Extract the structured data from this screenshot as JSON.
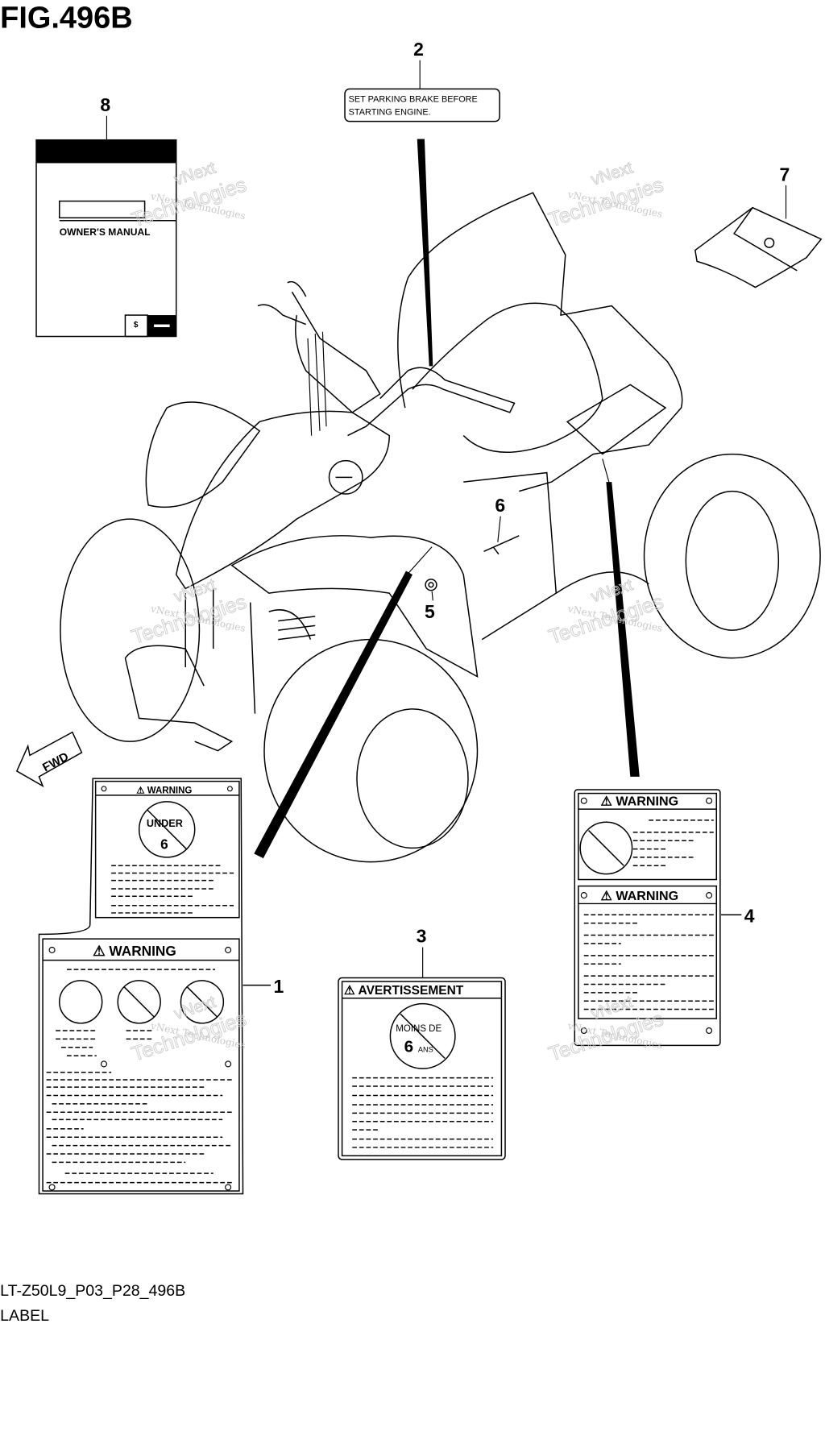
{
  "title": "FIG.496B",
  "callouts": {
    "c1": "1",
    "c2": "2",
    "c3": "3",
    "c4": "4",
    "c5": "5",
    "c6": "6",
    "c7": "7",
    "c8": "8"
  },
  "label2": {
    "line1": "SET PARKING BRAKE BEFORE",
    "line2": "STARTING ENGINE."
  },
  "manual": {
    "title": "OWNER'S MANUAL"
  },
  "fwd": "FWD",
  "label1": {
    "top_header": "WARNING",
    "under": "UNDER",
    "age": "6",
    "main_header": "WARNING"
  },
  "label3": {
    "header": "AVERTISSEMENT",
    "moins": "MOINS DE",
    "age": "6",
    "ans": "ANS"
  },
  "label4": {
    "header1": "WARNING",
    "header2": "WARNING"
  },
  "footer": {
    "code": "LT-Z50L9_P03_P28_496B",
    "name": "LABEL"
  },
  "watermark": {
    "small": "vNext Technologies",
    "big1": "vNext",
    "big2": "Technologies"
  }
}
